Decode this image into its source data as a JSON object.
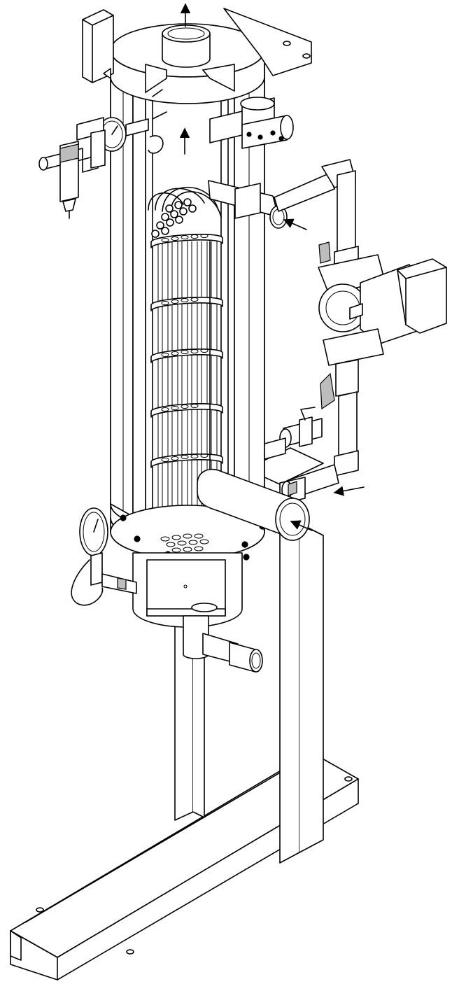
{
  "diagram": {
    "style": "isometric line drawing",
    "stroke_color": "#000000",
    "background_color": "#ffffff",
    "shaded_color": "#bdbdbd",
    "flow_arrows": [
      {
        "name": "top-outlet-arrow",
        "direction": "up"
      },
      {
        "name": "internal-upflow-arrow",
        "direction": "up"
      },
      {
        "name": "upper-inlet-arrow",
        "direction": "into-pipe"
      },
      {
        "name": "lower-inlet-arrow",
        "direction": "into-pipe"
      },
      {
        "name": "side-inlet-arrow",
        "direction": "into-pipe"
      }
    ]
  }
}
